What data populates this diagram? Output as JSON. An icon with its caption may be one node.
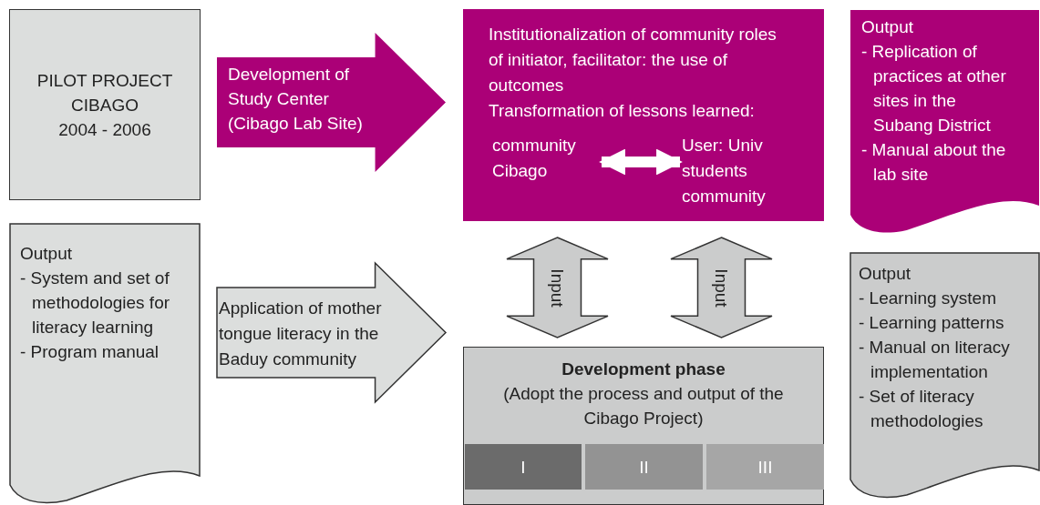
{
  "diagram": {
    "nodes": [
      {
        "text": [
          "PILOT PROJECT",
          "CIBAGO",
          "2004 - 2006"
        ]
      },
      {
        "text": [
          "Development of Study Center (Cibago Lab Site)"
        ]
      },
      {
        "text": [
          "Institutionalization of community roles of initiator, facilitator: the use of outcomes",
          "Transformation of lessons learned:"
        ]
      },
      {
        "text": [
          "community Cibago"
        ],
        "in": 2
      },
      {
        "text": [
          "User: Univ students community"
        ],
        "in": 2
      },
      {
        "text": [
          "Output",
          "- Replication of practices at other sites in the Subang District",
          "- Manual about the lab site"
        ]
      },
      {
        "text": [
          "Output",
          "- System and set of methodologies for literacy learning",
          "- Program manual"
        ]
      },
      {
        "text": [
          "Application of mother tongue literacy in the Baduy community"
        ]
      },
      {
        "text": [
          "Input"
        ]
      },
      {
        "text": [
          "Input"
        ]
      },
      {
        "text": [
          "Development phase",
          "(Adopt the process and output of the Cibago Project)"
        ]
      },
      {
        "text": [
          "I"
        ],
        "in": 10
      },
      {
        "text": [
          "II"
        ],
        "in": 10
      },
      {
        "text": [
          "III"
        ],
        "in": 10
      },
      {
        "text": [
          "Output",
          "- Learning system",
          "- Learning patterns",
          "- Manual on literacy implementation",
          "- Set of literacy methodologies"
        ]
      }
    ],
    "edges": [
      {
        "from": 3,
        "to": 4,
        "arrow": "both",
        "color": "#ffffff"
      }
    ]
  }
}
